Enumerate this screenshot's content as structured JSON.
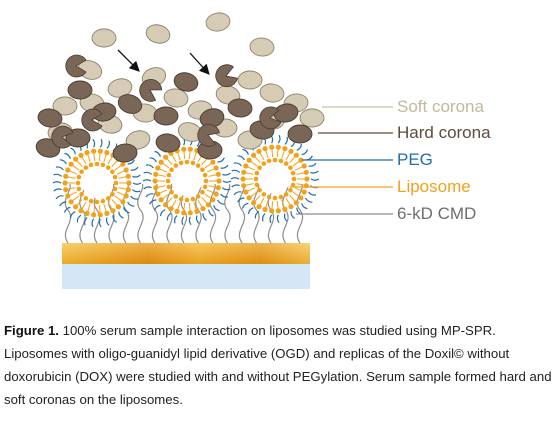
{
  "figure": {
    "labels": {
      "soft_corona": "Soft corona",
      "hard_corona": "Hard corona",
      "peg": "PEG",
      "liposome": "Liposome",
      "cmd": "6-kD CMD"
    },
    "colors": {
      "soft_corona": "#d6cbb4",
      "hard_corona": "#7a6656",
      "peg": "#1f6fae",
      "liposome": "#f0a21c",
      "cmd": "#8e8e8e",
      "substrate_gold": "#f2b021",
      "substrate_glass": "#cfe3f3"
    },
    "caption": {
      "title": "Figure 1.",
      "text": " 100% serum sample interaction on liposomes was studied using MP-SPR. Liposomes with oligo-guanidyl lipid derivative (OGD) and replicas of the Doxil© without doxorubicin (DOX) were studied with and without PEGylation. Serum sample formed hard and soft coronas on the liposomes."
    }
  }
}
